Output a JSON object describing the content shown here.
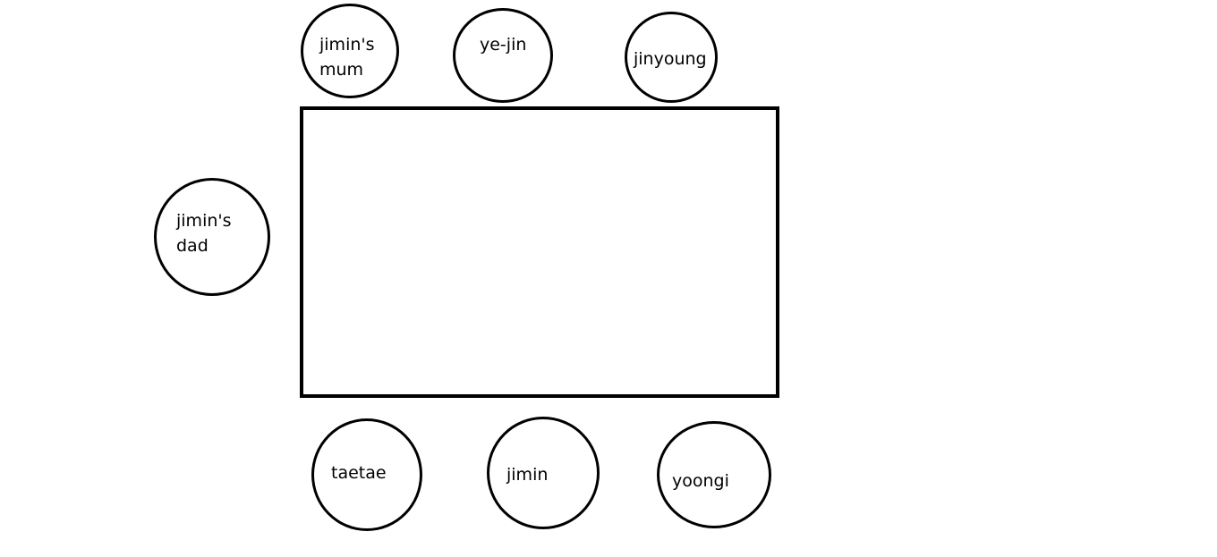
{
  "seats": {
    "top_left": {
      "label": "jimin's\nmum"
    },
    "top_middle": {
      "label": "ye-jin"
    },
    "top_right": {
      "label": "jinyoung"
    },
    "left": {
      "label": "jimin's\ndad"
    },
    "bottom_left": {
      "label": "taetae"
    },
    "bottom_middle": {
      "label": "jimin"
    },
    "bottom_right": {
      "label": "yoongi"
    }
  },
  "colors": {
    "stroke": "#000000",
    "background": "#ffffff"
  }
}
